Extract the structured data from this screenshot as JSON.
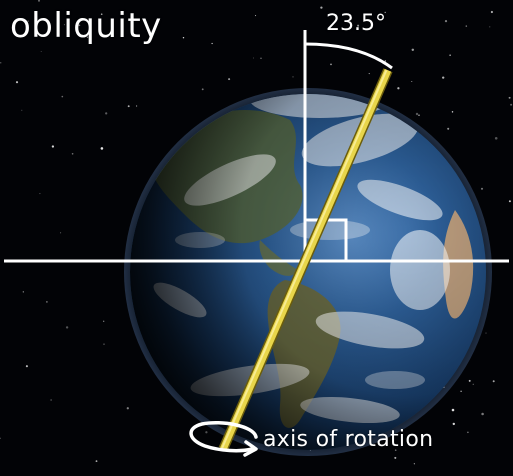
{
  "title": "obliquity",
  "tilt_angle_label": "23.5°",
  "axis_label": "axis of rotation",
  "tilt_degrees": 23.5,
  "colors": {
    "background": "#020306",
    "reference_lines": "#ffffff",
    "axis_rod": "#e8d54a",
    "ocean": "#1f4f86",
    "text": "#ffffff"
  },
  "icons": {
    "rotation_arrow": "curved-rotation-arrow-icon",
    "right_angle": "right-angle-marker-icon"
  }
}
